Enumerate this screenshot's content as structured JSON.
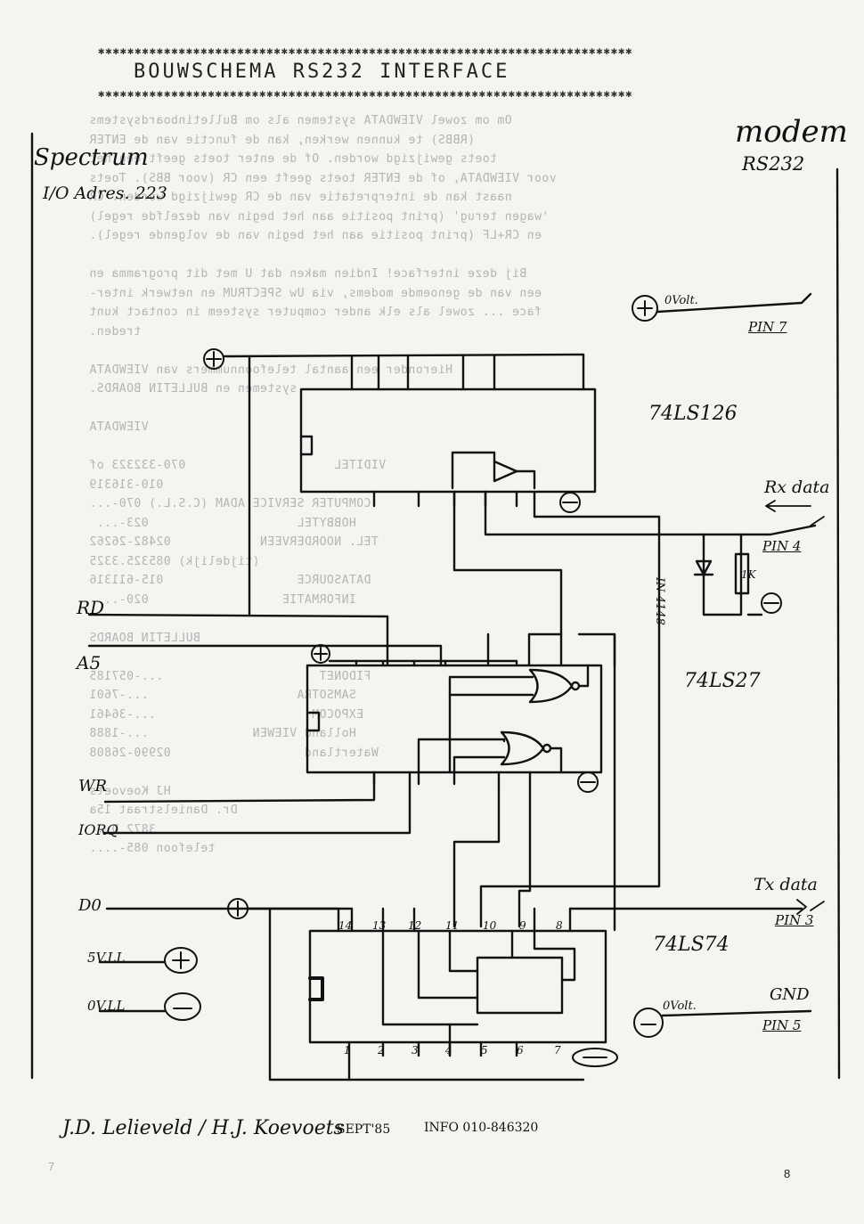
{
  "header": {
    "title": "BOUWSCHEMA RS232 INTERFACE",
    "stars": "✱✱✱✱✱✱✱✱✱✱✱✱✱✱✱✱✱✱✱✱✱✱✱✱✱✱✱✱✱✱✱✱✱✱✱✱✱✱✱✱✱✱✱✱✱✱✱✱✱✱✱✱✱✱✱✱✱✱✱✱✱✱✱✱✱✱✱✱✱✱✱✱✱"
  },
  "left": {
    "computer": "Spectrum",
    "io_address": "I/O Adres. 223"
  },
  "right": {
    "modem": "modem",
    "rs232": "RS232"
  },
  "chips": {
    "u1": "74LS126",
    "u2": "74LS27",
    "u3": "74LS74"
  },
  "signals": {
    "rd": "RD",
    "a5": "A5",
    "wr": "WR",
    "iorq": "IORQ",
    "d0": "D0",
    "v5": "5V.LL",
    "v0": "0V.LL",
    "plus": "+",
    "minus": "−",
    "ovolt": "0Volt.",
    "ovolt2": "0Volt.",
    "rx_data": "Rx data",
    "tx_data": "Tx data",
    "gnd": "GND",
    "pin7": "PIN 7",
    "pin4": "PIN 4",
    "pin3": "PIN 3",
    "pin5": "PIN 5",
    "diode": "IN 4148",
    "resistor": "1K"
  },
  "pins_74": {
    "top": [
      "14",
      "13",
      "12",
      "11",
      "10",
      "9",
      "8"
    ],
    "bottom": [
      "1",
      "2",
      "3",
      "4",
      "5",
      "6",
      "7"
    ]
  },
  "footer": {
    "authors": "J.D. Lelieveld / H.J. Koevoets",
    "date": "SEPT'85",
    "info": "INFO 010-846320",
    "page_number": "8",
    "back_page_number": "7"
  },
  "bleed_through": [
    "Om om zowel VIEWDATA systemen als om Bulletinboardsystems",
    "(RBBS) te kunnen werken, kan de functie van de ENTER",
    "toets gewijzigd worden. Of de enter toets geeft een het",
    "voor VIEWDATA, of de ENTER toets geeft een CR (voor BBS). Toets",
    "naast kan de interpretatie van de CR gewijzigd worden. CR",
    "'wagen terug' (print positie aan het begin van dezelfde regel)",
    "en CR+LF (print positie aan het begin van de volgende regel).",
    "",
    "Bij deze interface! Indien maken dat U met dit programma en",
    "een van de genoemde modems, via Uw SPECTRUM en netwerk inter-",
    "face ... zowel als elk ander computer systeem in contact kunt",
    "treden.",
    "",
    "Hieronder een aantal telefoonnummers van VIEWDATA",
    "systemen en BULLETIN BOARDS.",
    "",
    "VIEWDATA",
    "",
    "VIDITEL                    070-332323 of",
    "                            010-316319",
    "COMPUTER SERVICE ADAM (C.S.L.) 070-...",
    "HOBBYTEL                    023-... ",
    "TEL. NOORDERVEEN            02482-26262",
    "                  (tijdelijk) 085325.3325",
    "DATASOURCE                  015-611316",
    "INFORMATIE                  020-... ",
    "",
    "BULLETIN BOARDS",
    "",
    "FIDONET                     ...-057185",
    "SAMSOTRA                    ...-7601",
    "EXPOCOM                     ...-36461",
    "Holland VIEWEN              ...-1888",
    "Watertland                  02990-26808",
    "",
    "                            HJ Koevoets",
    "                            Dr. Danielstraat 15a",
    "                            3872 D...",
    "                            telefoon 085-...."
  ]
}
